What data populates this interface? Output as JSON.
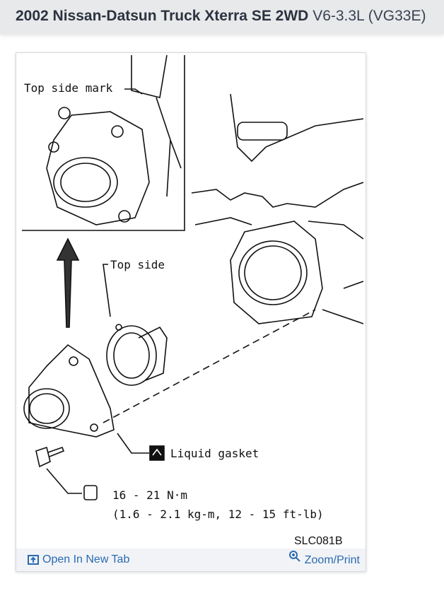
{
  "header": {
    "title_bold": "2002 Nissan-Datsun Truck Xterra SE 2WD",
    "title_rest": "V6-3.3L (VG33E)"
  },
  "figure": {
    "labels": {
      "top_side_mark": "Top side mark",
      "top_side": "Top side",
      "liquid_gasket": "Liquid gasket",
      "torque_1": "16 - 21 N·m",
      "torque_2": "(1.6 - 2.1 kg-m, 12 - 15 ft-lb)",
      "code": "SLC081B"
    }
  },
  "footer": {
    "open_new_tab": "Open In New Tab",
    "zoom_print": "Zoom/Print",
    "link_color": "#2a6ab3"
  }
}
